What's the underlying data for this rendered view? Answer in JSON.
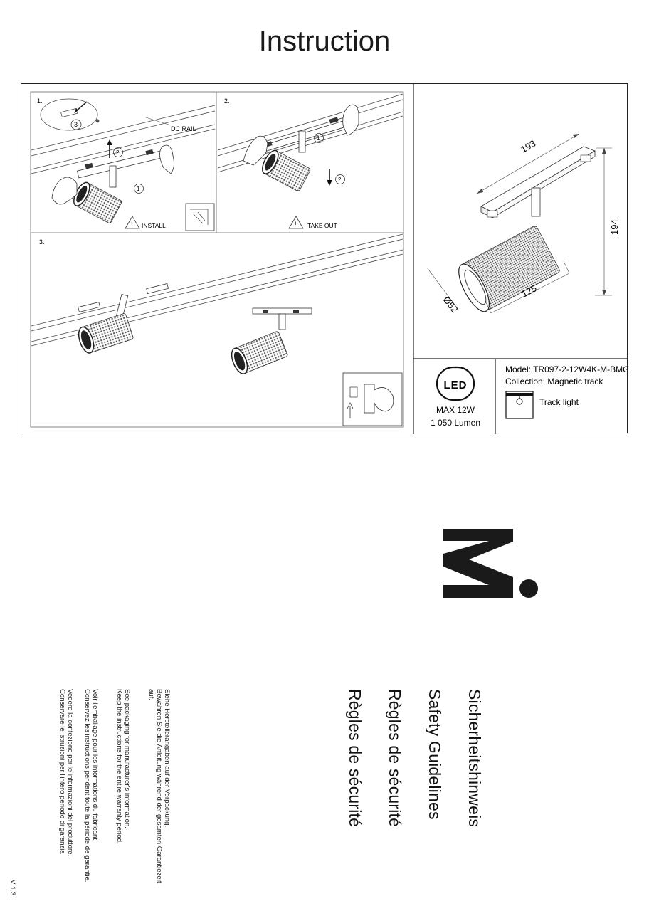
{
  "title": "Instruction",
  "steps": {
    "step1_number": "1.",
    "step1_label": "INSTALL",
    "step2_number": "2.",
    "step2_label": "TAKE OUT",
    "step3_number": "3.",
    "rail_label": "DC RAIL",
    "callout_1": "1",
    "callout_2": "2",
    "callout_3": "3"
  },
  "dimensions": {
    "length": "193",
    "height": "194",
    "depth": "125",
    "diameter": "Ø52"
  },
  "specs": {
    "led_badge": "LED",
    "power": "MAX 12W",
    "lumen": "1 050 Lumen",
    "model": "Model: TR097-2-12W4K-M-BMG",
    "collection": "Collection: Magnetic track",
    "type": "Track light"
  },
  "safety": {
    "headings": [
      "Sicherheitshinweis",
      "Safety Guidelines",
      "Règles de sécurité",
      "Règles de sécurité"
    ],
    "de_line1": "Siehe Herstellerangaben auf der Verpackung.",
    "de_line2": "Bewahren Sie die Anleitung während der gesamten Garantiezeit",
    "de_line3": "auf.",
    "en_line1": "See packaging for manufacturer's information.",
    "en_line2": "Keep the instructions for the entire warranty period.",
    "fr_line1": "Voir l'emballage pour les informations du fabricant.",
    "fr_line2": "Conservez les instructions pendant toute la période de garantie.",
    "it_line1": "Vedere la confezione per le informazioni del produttore.",
    "it_line2": "Conservare le istruzioni per l'intero periodo di garanzia"
  },
  "version": "V 1.3"
}
